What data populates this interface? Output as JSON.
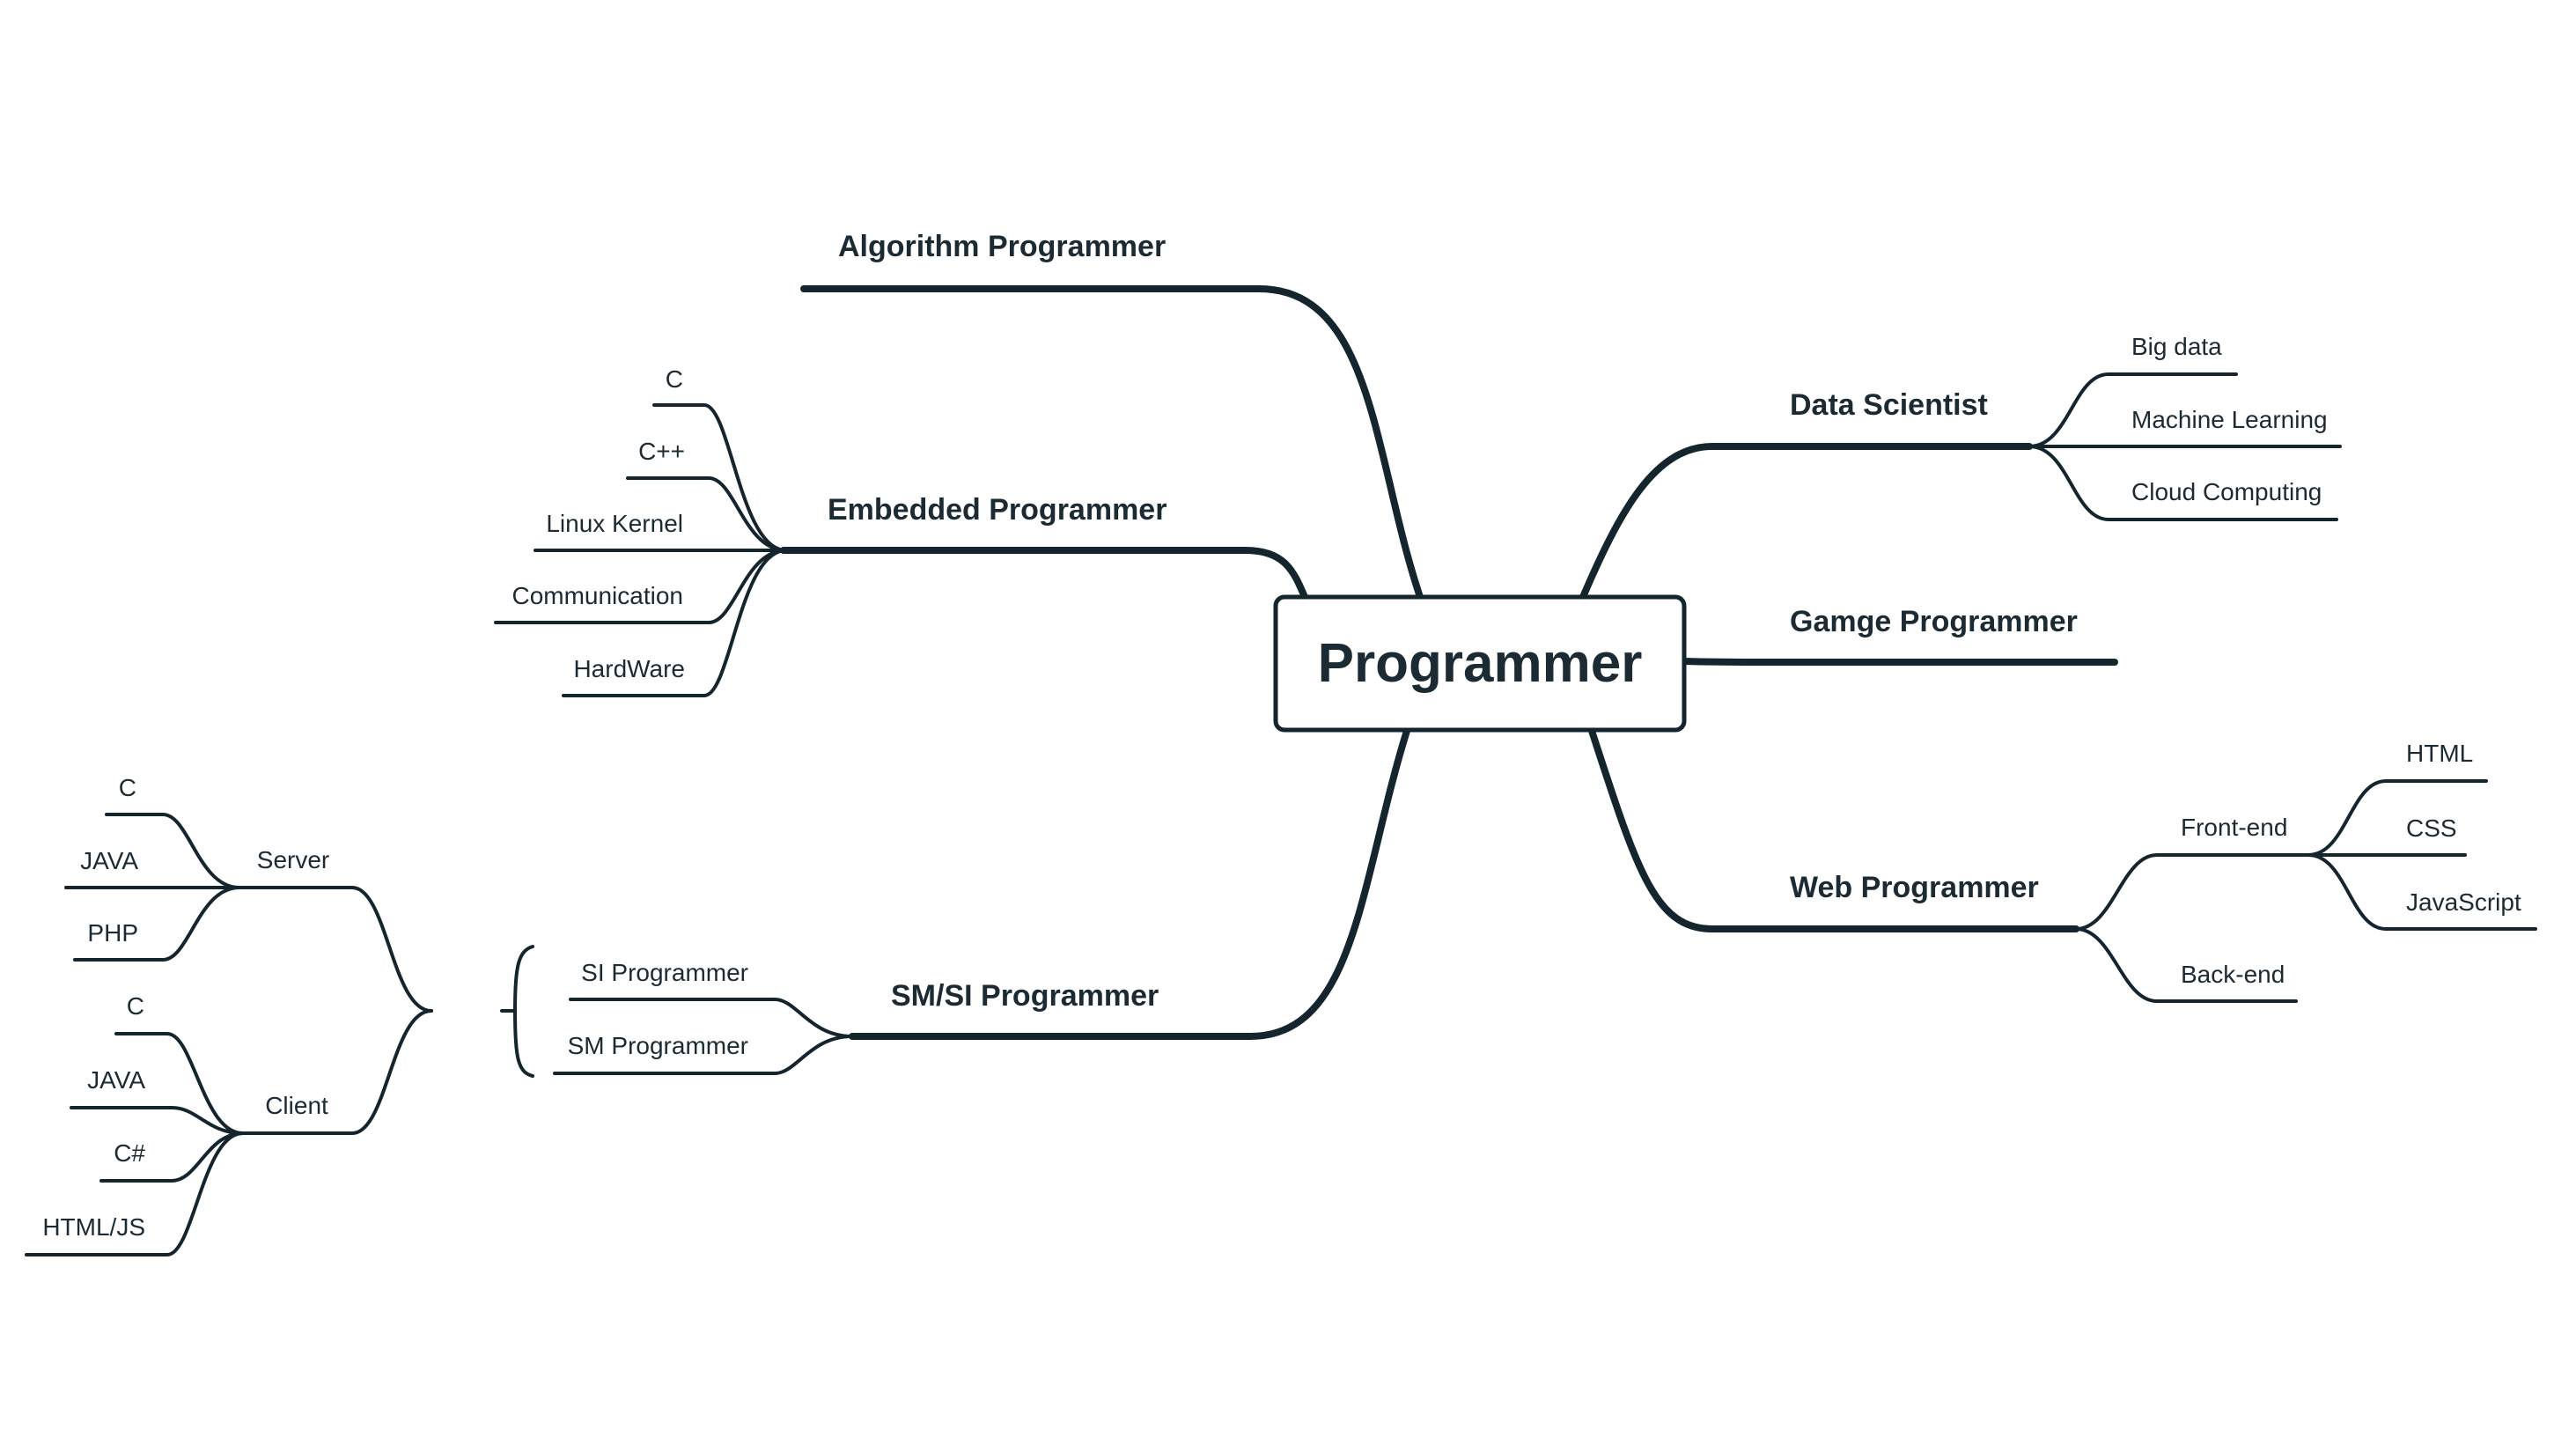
{
  "root": {
    "label": "Programmer"
  },
  "branches": {
    "algorithm": {
      "label": "Algorithm Programmer"
    },
    "embedded": {
      "label": "Embedded Programmer",
      "children": [
        "C",
        "C++",
        "Linux Kernel",
        "Communication",
        "HardWare"
      ]
    },
    "smsi": {
      "label": "SM/SI Programmer",
      "children": [
        "SI Programmer",
        "SM Programmer"
      ],
      "server": {
        "label": "Server",
        "children": [
          "C",
          "JAVA",
          "PHP"
        ]
      },
      "client": {
        "label": "Client",
        "children": [
          "C",
          "JAVA",
          "C#",
          "HTML/JS"
        ]
      }
    },
    "data": {
      "label": "Data Scientist",
      "children": [
        "Big data",
        "Machine Learning",
        "Cloud Computing"
      ]
    },
    "game": {
      "label": "Gamge Programmer"
    },
    "web": {
      "label": "Web Programmer",
      "frontend": {
        "label": "Front-end",
        "children": [
          "HTML",
          "CSS",
          "JavaScript"
        ]
      },
      "backend": {
        "label": "Back-end"
      }
    }
  },
  "colors": {
    "line": "#14252e",
    "text": "#1c2b33",
    "background": "#ffffff"
  }
}
